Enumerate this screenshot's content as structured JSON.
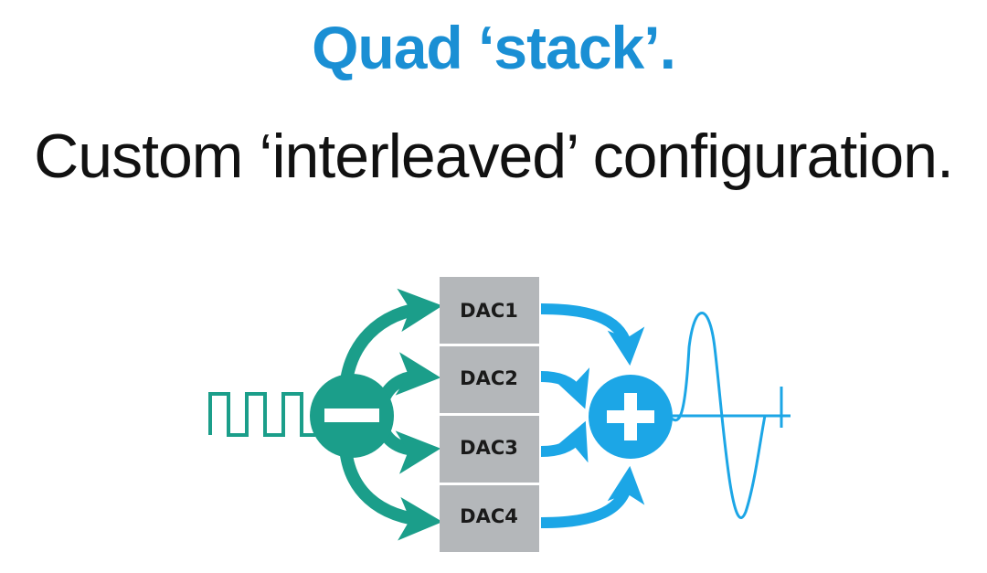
{
  "header": {
    "title": "Quad ‘stack’.",
    "subtitle": "Custom ‘interleaved’ configuration."
  },
  "diagram": {
    "dacs": [
      {
        "label": "DAC1"
      },
      {
        "label": "DAC2"
      },
      {
        "label": "DAC3"
      },
      {
        "label": "DAC4"
      }
    ],
    "splitter_symbol": "minus",
    "combiner_symbol": "plus",
    "input_signal": "square-wave",
    "output_signal": "sine-wave"
  },
  "colors": {
    "title": "#1a8fd4",
    "subtitle": "#111111",
    "teal": "#1b9e8a",
    "blue": "#1ca6e6",
    "dac_fill": "#b4b7ba",
    "dac_text": "#1a1a1a",
    "white": "#ffffff"
  }
}
